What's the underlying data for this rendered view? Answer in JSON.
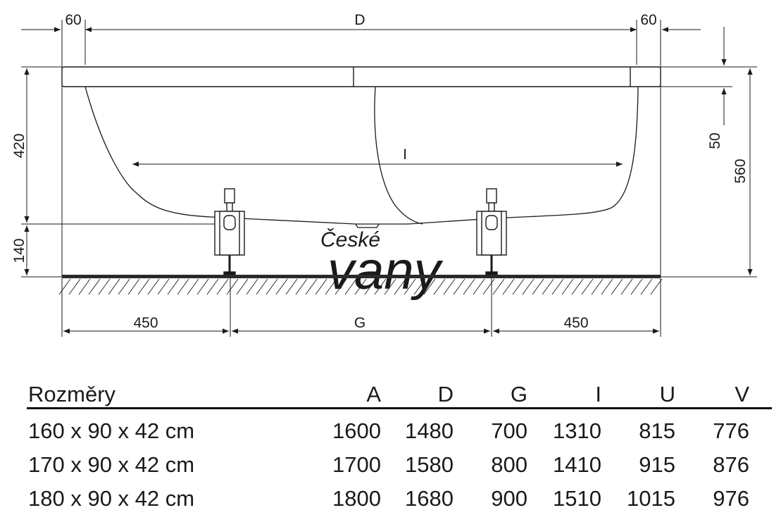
{
  "drawing": {
    "dim_top_left": "60",
    "dim_top_center": "D",
    "dim_top_right": "60",
    "dim_left_upper": "420",
    "dim_left_lower": "140",
    "dim_inner": "I",
    "dim_right_small": "50",
    "dim_right_total": "560",
    "dim_bottom_left": "450",
    "dim_bottom_center": "G",
    "dim_bottom_right": "450",
    "watermark_line1": "České",
    "watermark_line2": "vany"
  },
  "table": {
    "title": "Rozměry",
    "headers": [
      "A",
      "D",
      "G",
      "I",
      "U",
      "V"
    ],
    "rows": [
      {
        "label": "160 x 90 x 42 cm",
        "values": [
          "1600",
          "1480",
          "700",
          "1310",
          "815",
          "776"
        ]
      },
      {
        "label": "170 x 90 x 42 cm",
        "values": [
          "1700",
          "1580",
          "800",
          "1410",
          "915",
          "876"
        ]
      },
      {
        "label": "180 x 90 x 42 cm",
        "values": [
          "1800",
          "1680",
          "900",
          "1510",
          "1015",
          "976"
        ]
      }
    ]
  },
  "colors": {
    "ink": "#1a1a1a",
    "watermark": "#e6e6e6",
    "floor": "#2a2a2a"
  }
}
